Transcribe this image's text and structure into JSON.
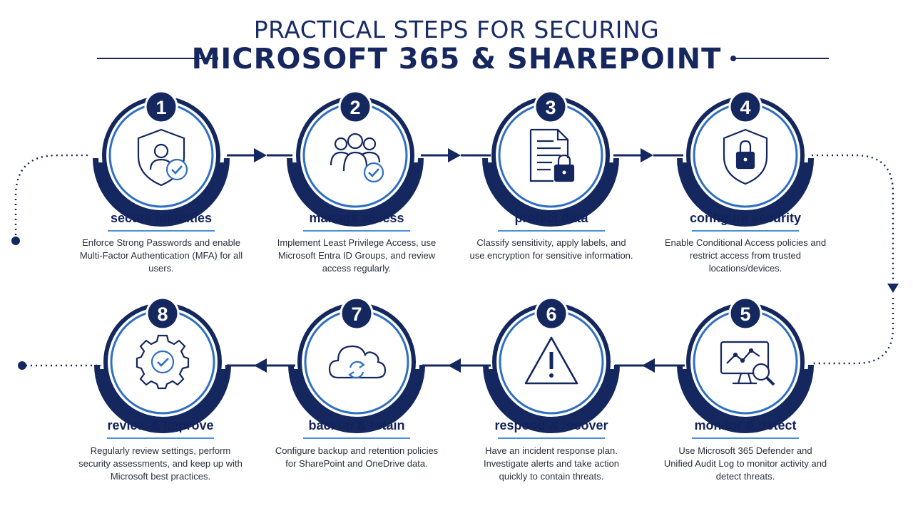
{
  "header": {
    "title_line1": "PRACTICAL STEPS FOR SECURING",
    "title_line2": "MICROSOFT 365 & SHAREPOINT"
  },
  "colors": {
    "navy": "#14275f",
    "blue": "#2f6fc2",
    "light_blue": "#4a90d9"
  },
  "steps": [
    {
      "number": "1",
      "title": "secure identities",
      "icon": "shield-user-check-icon",
      "description": "Enforce Strong Passwords and enable Multi-Factor Authentication (MFA) for all users."
    },
    {
      "number": "2",
      "title": "manage access",
      "icon": "users-check-icon",
      "description": "Implement Least Privilege Access, use Microsoft Entra ID Groups, and review access regularly."
    },
    {
      "number": "3",
      "title": "protect data",
      "icon": "document-lock-icon",
      "description": "Classify sensitivity, apply labels, and use encryption for sensitive information."
    },
    {
      "number": "4",
      "title": "configure security",
      "icon": "shield-lock-icon",
      "description": "Enable Conditional Access policies and restrict access from trusted locations/devices."
    },
    {
      "number": "5",
      "title": "monitor & detect",
      "icon": "monitor-chart-search-icon",
      "description": "Use Microsoft 365 Defender and Unified Audit Log to monitor activity and detect threats."
    },
    {
      "number": "6",
      "title": "respond & recover",
      "icon": "warning-triangle-icon",
      "description": "Have an incident response plan. Investigate alerts and take action quickly to contain threats."
    },
    {
      "number": "7",
      "title": "backup & retain",
      "icon": "cloud-sync-icon",
      "description": "Configure backup and retention policies for SharePoint and OneDrive data."
    },
    {
      "number": "8",
      "title": "review & improve",
      "icon": "gear-check-icon",
      "description": "Regularly review settings, perform security assessments, and keep up with Microsoft best practices."
    }
  ]
}
